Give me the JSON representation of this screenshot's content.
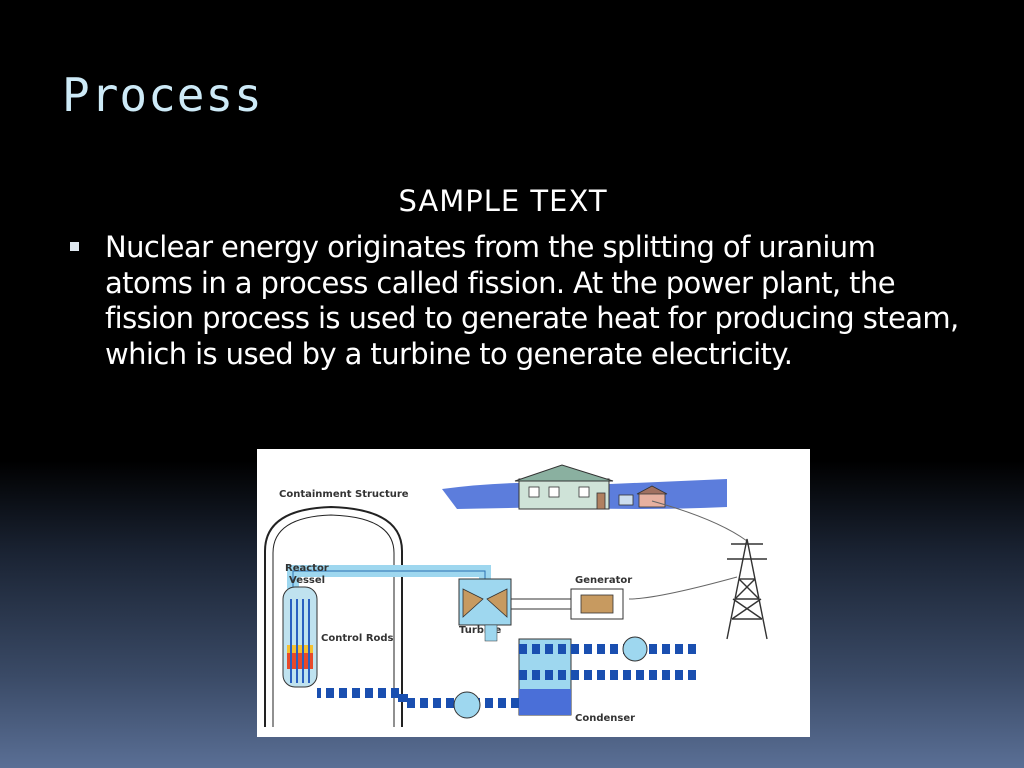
{
  "slide": {
    "title": "Process",
    "subtitle": "SAMPLE TEXT",
    "bullet": "Nuclear energy originates from the splitting of uranium atoms in a process called fission. At the power plant, the fission process is used to generate heat for producing steam, which is used by a turbine to generate electricity."
  },
  "diagram": {
    "labels": {
      "containment": "Containment Structure",
      "reactor_line1": "Reactor",
      "reactor_line2": "Vessel",
      "control_rods": "Control Rods",
      "turbine": "Turbine",
      "generator": "Generator",
      "condenser": "Condenser"
    }
  },
  "colors": {
    "title": "#cdeaf7",
    "pipe": "#3a8fd8",
    "pipe_dark": "#1a4fb0",
    "steam": "#9ed7ef",
    "water": "#4a6fd8"
  }
}
